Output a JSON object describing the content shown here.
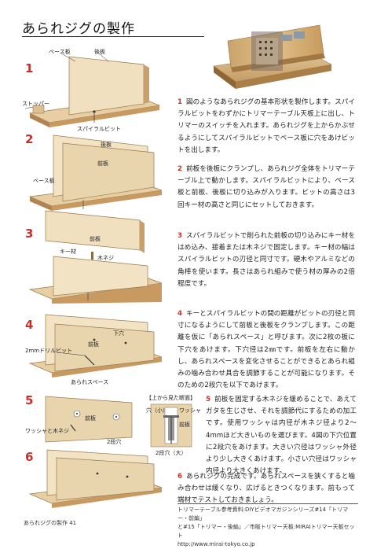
{
  "page": {
    "title": "あられジグの製作",
    "footer": "あられジグの製作 41"
  },
  "figures": {
    "f1": {
      "num": "1",
      "base_label": "ベース板",
      "back_label": "後板",
      "stopper_label": "ストッパー",
      "bit_label": "スパイラルビット"
    },
    "f2": {
      "num": "2",
      "back_label": "後板",
      "front_label": "前板",
      "base_label": "ベース板"
    },
    "f3": {
      "num": "3",
      "front_label": "前板",
      "key_label": "キー材",
      "screw_label": "木ネジ"
    },
    "f4": {
      "num": "4",
      "hole_label": "下穴",
      "front_label": "前板",
      "drill_label": "2mmドリルビット",
      "space_label": "あられスペース"
    },
    "f5": {
      "num": "5",
      "washer_label": "ワッシャと木ネジ",
      "front_label": "前板",
      "hole2_label": "2段穴"
    },
    "f6": {
      "num": "6"
    },
    "topview": {
      "title": "【上から見た断面】",
      "small_hole": "穴（小）",
      "washer": "ワッシャ",
      "front": "前板",
      "hole2": "2段穴（大）"
    }
  },
  "steps": [
    {
      "n": "1",
      "text": "図のようなあられジグの基本形状を製作します。スパイラルビットをわずかにトリマーテーブル天板上に出し、トリマーのスイッチを入れます。あられジグを上からかぶせるようにしてスパイラルビットでベース板に穴をあけビットを出します。"
    },
    {
      "n": "2",
      "text": "前板を後板にクランプし、あられジグ全体をトリマーテーブル上で動かします。スパイラルビットにより、ベース板と前板、後板に切り込みが入ります。ビットの高さは3回キー材の高さと同じにセットしておきます。"
    },
    {
      "n": "3",
      "text": "スパイラルビットで削られた前板の切り込みにキー材をはめ込み、接着または木ネジで固定します。キー材の幅はスパイラルビットの刃径と同寸です。硬木やアルミなどの角棒を使います。長さはあられ組みで使う材の厚みの2倍程度です。"
    },
    {
      "n": "4",
      "text": "キーとスパイラルビットの間の距離がビットの刃径と同寸になるようにして前板と後板をクランプします。この距離を仮に「あられスペース」と呼びます。次に2枚の板に下穴をあけます。下穴径は2㎜です。前板を左右に動かし、あられスペースを変化させることができるとあられ組みの噛み合わせ具合を調節することが可能になります。そのための2段穴を以下であけます。"
    },
    {
      "n": "5",
      "text": "前板を固定する木ネジを緩めることで、あえてガタを生じさせ、それを調節代にするための加工です。使用ワッシャは内径が木ネジ径より2〜4mmほど大きいものを選びます。4図の下穴位置に2段穴をあけます。大きい穴径はワッシャ外径より少し大きくあけます。小さい穴径はワッシャ内径より大きくあけます。"
    },
    {
      "n": "6",
      "text": "あられジグの完成です。あられスペースを狭くすると噛み合わせは緩くなり、広げるときつくなります。前もって端材でテストしておきましょう。"
    }
  ],
  "references": {
    "line1": "トリマーテーブル参考資料:DIYビデオマガジンシリーズ#14「トリマー・前編」",
    "line2": "と#15「トリマー・後編」／市販トリマー天板:MIRAIトリマー天板セット",
    "url": "http://www.mirai-tokyo.co.jp"
  }
}
